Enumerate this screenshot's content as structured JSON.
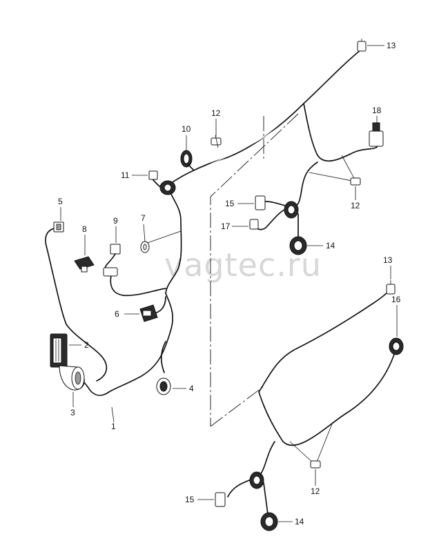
{
  "watermark": "vagtec.ru",
  "callouts": {
    "c1": "1",
    "c2": "2",
    "c3": "3",
    "c4": "4",
    "c5": "5",
    "c6": "6",
    "c7": "7",
    "c8": "8",
    "c9": "9",
    "c10": "10",
    "c11": "11",
    "c12a": "12",
    "c12b": "12",
    "c12c": "12",
    "c13a": "13",
    "c13b": "13",
    "c14a": "14",
    "c14b": "14",
    "c15a": "15",
    "c15b": "15",
    "c16": "16",
    "c17": "17",
    "c18": "18"
  }
}
